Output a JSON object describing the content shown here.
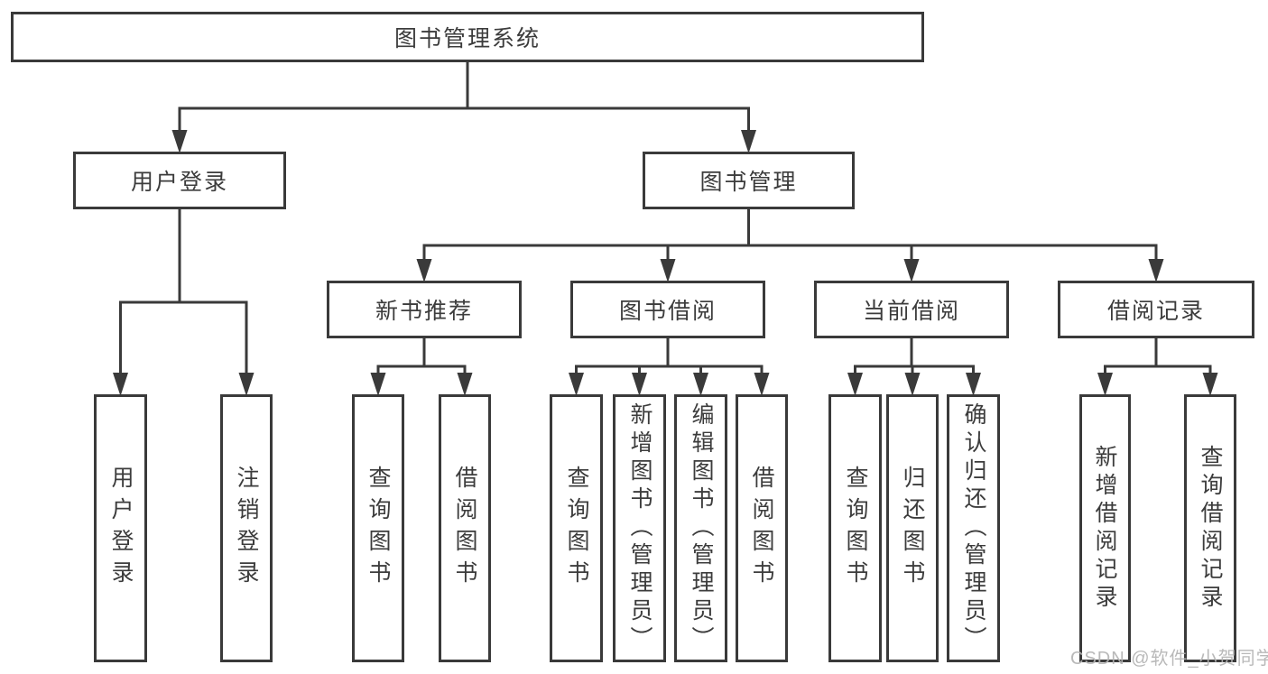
{
  "diagram": {
    "nodes": {
      "root": {
        "label": "图书管理系统"
      },
      "user_login": {
        "label": "用户登录"
      },
      "book_mgmt": {
        "label": "图书管理"
      },
      "new_book_rec": {
        "label": "新书推荐"
      },
      "book_borrow": {
        "label": "图书借阅"
      },
      "current_borrow": {
        "label": "当前借阅"
      },
      "borrow_record": {
        "label": "借阅记录"
      },
      "user_login_v": {
        "label": "用户登录"
      },
      "logout_v": {
        "label": "注销登录"
      },
      "query_book_1": {
        "label": "查询图书"
      },
      "borrow_book_1": {
        "label": "借阅图书"
      },
      "query_book_2": {
        "label": "查询图书"
      },
      "add_book": {
        "label": "新增图书（管理员）"
      },
      "edit_book": {
        "label": "编辑图书（管理员）"
      },
      "borrow_book_2": {
        "label": "借阅图书"
      },
      "query_book_3": {
        "label": "查询图书"
      },
      "return_book": {
        "label": "归还图书"
      },
      "confirm_return": {
        "label": "确认归还（管理员）"
      },
      "add_borrow_record": {
        "label": "新增借阅记录"
      },
      "query_borrow_record": {
        "label": "查询借阅记录"
      }
    },
    "hierarchy": [
      {
        "parent": "root",
        "children": [
          "user_login",
          "book_mgmt"
        ]
      },
      {
        "parent": "user_login",
        "children": [
          "user_login_v",
          "logout_v"
        ]
      },
      {
        "parent": "book_mgmt",
        "children": [
          "new_book_rec",
          "book_borrow",
          "current_borrow",
          "borrow_record"
        ]
      },
      {
        "parent": "new_book_rec",
        "children": [
          "query_book_1",
          "borrow_book_1"
        ]
      },
      {
        "parent": "book_borrow",
        "children": [
          "query_book_2",
          "add_book",
          "edit_book",
          "borrow_book_2"
        ]
      },
      {
        "parent": "current_borrow",
        "children": [
          "query_book_3",
          "return_book",
          "confirm_return"
        ]
      },
      {
        "parent": "borrow_record",
        "children": [
          "add_borrow_record",
          "query_borrow_record"
        ]
      }
    ],
    "watermark": "CSDN @软件_小贺同学",
    "colors": {
      "line": "#3a3a3a",
      "text": "#3c3c3c",
      "box_fill": "#ffffff",
      "background": "#ffffff",
      "watermark": "#b4b4b4"
    }
  }
}
